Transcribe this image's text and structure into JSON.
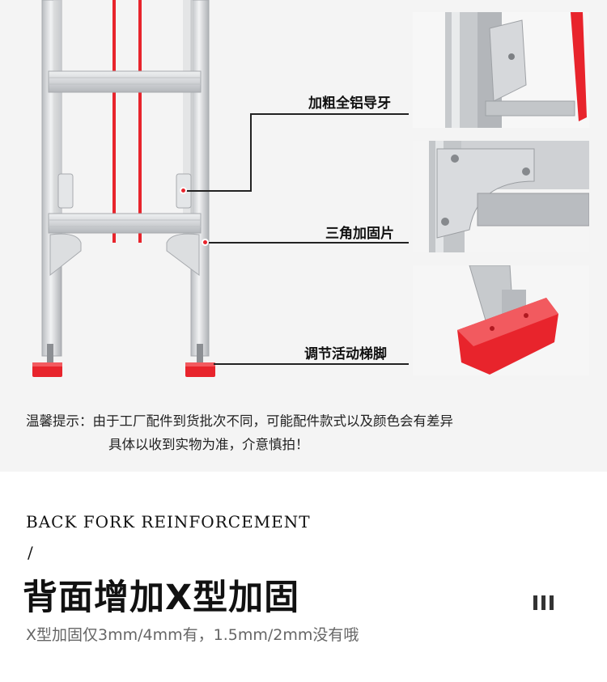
{
  "callouts": {
    "guide": "加粗全铝导牙",
    "bracket": "三角加固片",
    "foot": "调节活动梯脚"
  },
  "notice": {
    "line1": "温馨提示：由于工厂配件到货批次不同，可能配件款式以及颜色会有差异",
    "line2": "具体以收到实物为准，介意慎拍！"
  },
  "section": {
    "english": "BACK FORK REINFORCEMENT",
    "slash": "/",
    "title": "背面增加X型加固",
    "subtitle": "X型加固仅3mm/4mm有，1.5mm/2mm没有哦"
  },
  "colors": {
    "accent_red": "#e8242c",
    "aluminum": "#c9cbce",
    "top_background": "#f4f4f4"
  },
  "icons": {
    "menu": "three-vertical-bars-icon"
  }
}
